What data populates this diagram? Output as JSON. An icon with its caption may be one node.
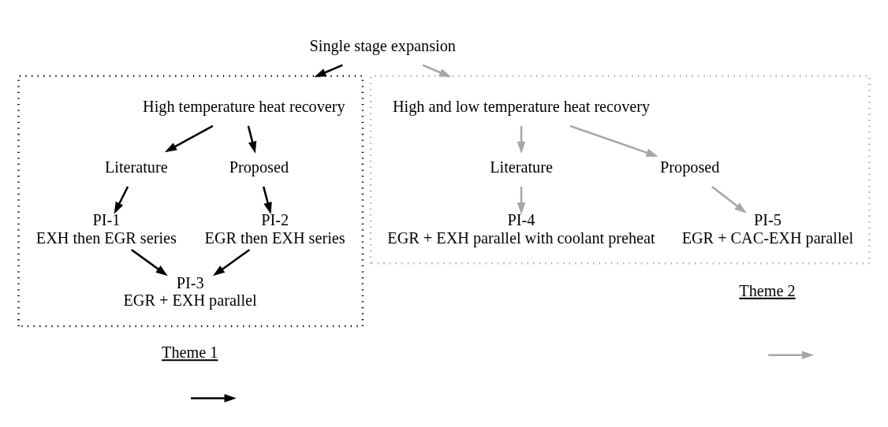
{
  "diagram": {
    "nodes": [
      {
        "text": [
          "Single stage expansion"
        ]
      },
      {
        "text": [],
        "shape": "box"
      },
      {
        "text": [
          "High temperature heat recovery"
        ],
        "in": 1
      },
      {
        "text": [
          "Literature"
        ],
        "in": 1
      },
      {
        "text": [
          "Proposed"
        ],
        "in": 1
      },
      {
        "text": [
          "PI-1",
          "EXH then EGR series"
        ],
        "in": 1
      },
      {
        "text": [
          "PI-2",
          "EGR then EXH series"
        ],
        "in": 1
      },
      {
        "text": [
          "PI-3",
          "EGR + EXH parallel"
        ],
        "in": 1
      },
      {
        "text": [],
        "shape": "box"
      },
      {
        "text": [
          "High and low temperature heat recovery"
        ],
        "in": 8
      },
      {
        "text": [
          "Literature"
        ],
        "in": 8
      },
      {
        "text": [
          "Proposed"
        ],
        "in": 8
      },
      {
        "text": [
          "PI-4",
          "EGR + EXH parallel with coolant preheat"
        ],
        "in": 8
      },
      {
        "text": [
          "PI-5",
          "EGR + CAC-EXH parallel"
        ],
        "in": 8
      }
    ],
    "edges": [
      {
        "from": 0,
        "to": 1,
        "arrow": "to"
      },
      {
        "from": 0,
        "to": 8,
        "arrow": "to",
        "color": "#a6a6a6"
      },
      {
        "from": 2,
        "to": 3,
        "arrow": "to"
      },
      {
        "from": 2,
        "to": 4,
        "arrow": "to"
      },
      {
        "from": 3,
        "to": 5,
        "arrow": "to"
      },
      {
        "from": 4,
        "to": 6,
        "arrow": "to"
      },
      {
        "from": 5,
        "to": 7,
        "arrow": "to"
      },
      {
        "from": 6,
        "to": 7,
        "arrow": "to"
      },
      {
        "from": 9,
        "to": 10,
        "arrow": "to",
        "color": "#a6a6a6"
      },
      {
        "from": 9,
        "to": 11,
        "arrow": "to",
        "color": "#a6a6a6"
      },
      {
        "from": 10,
        "to": 12,
        "arrow": "to",
        "color": "#a6a6a6"
      },
      {
        "from": 11,
        "to": 13,
        "arrow": "to",
        "color": "#a6a6a6"
      }
    ],
    "legend": [
      {
        "text": "Theme 1"
      },
      {
        "text": "Theme 2"
      }
    ]
  }
}
